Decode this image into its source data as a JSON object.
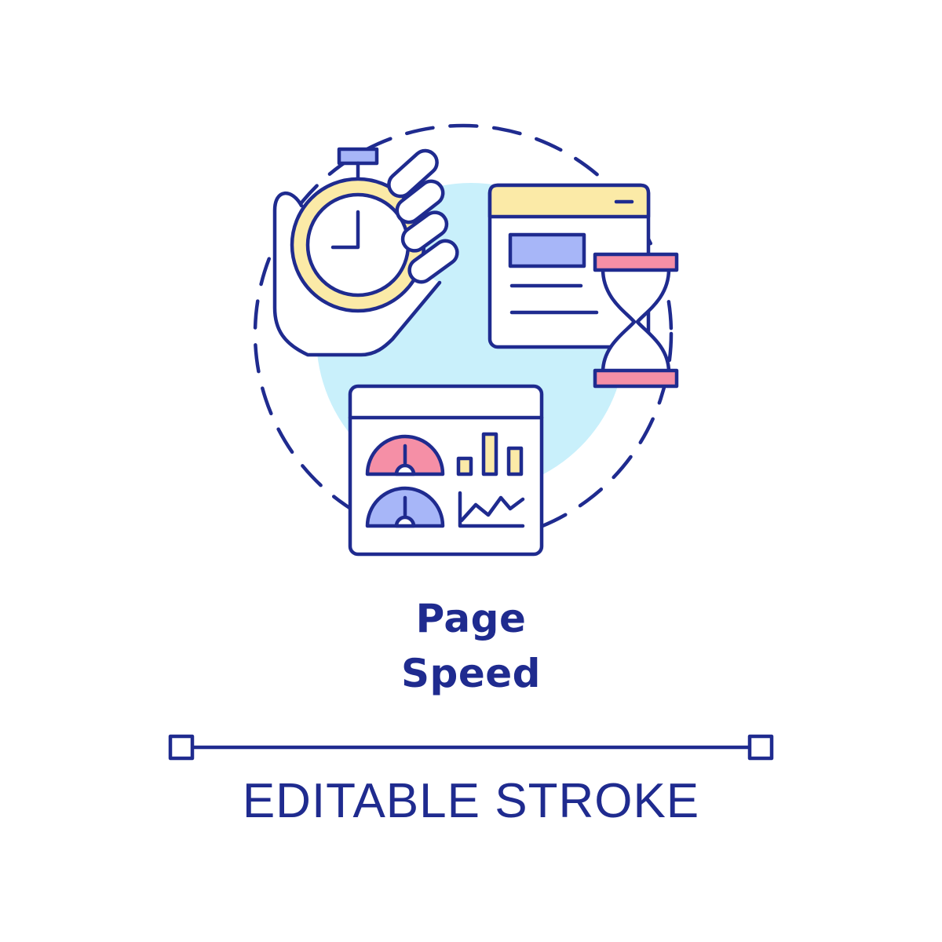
{
  "title": {
    "line1": "Page",
    "line2": "Speed"
  },
  "footer": {
    "label": "EDITABLE STROKE"
  },
  "icons": [
    "stopwatch-icon",
    "hand-icon",
    "browser-window-icon",
    "hourglass-icon",
    "dashboard-window-icon",
    "gauge-icon",
    "bar-chart-icon",
    "line-chart-icon"
  ],
  "colors": {
    "stroke": "#1f2b8f",
    "background_circle": "#c9f0fb",
    "yellow": "#fbeaa7",
    "pink": "#f58fa6",
    "blue": "#a7b6f8",
    "white": "#ffffff"
  }
}
